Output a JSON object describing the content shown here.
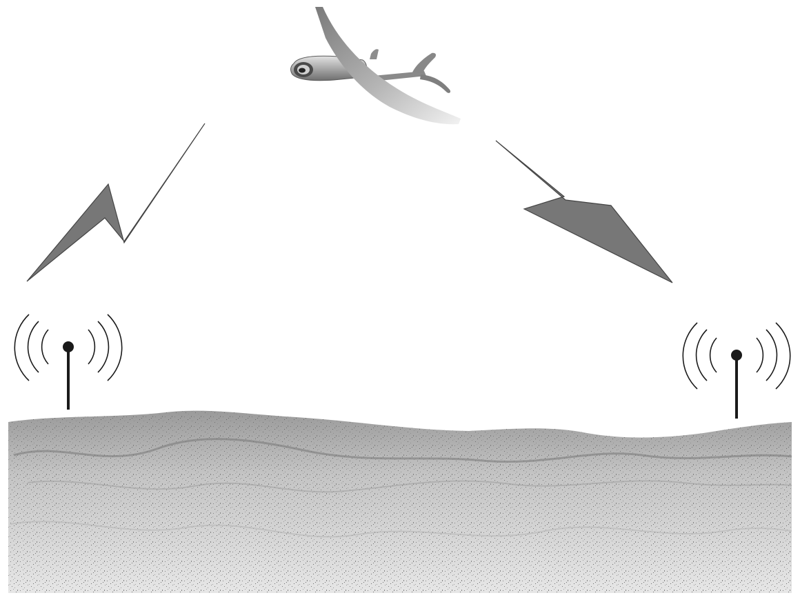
{
  "diagram": {
    "nodes": [
      {
        "id": "uav",
        "kind": "aircraft",
        "icon": "uav-icon"
      },
      {
        "id": "ground-station-left",
        "kind": "antenna",
        "icon": "radio-antenna-icon"
      },
      {
        "id": "ground-station-right",
        "kind": "antenna",
        "icon": "radio-antenna-icon"
      }
    ],
    "links": [
      {
        "from": "ground-station-left",
        "to": "uav",
        "icon": "lightning-bolt-icon"
      },
      {
        "from": "uav",
        "to": "ground-station-right",
        "icon": "lightning-bolt-icon"
      }
    ],
    "background": "hilly-terrain",
    "colors": {
      "background": "#ffffff",
      "bolt_fill": "#777777",
      "bolt_stroke": "#444444",
      "antenna": "#1a1a1a",
      "terrain": "#8a8a8a"
    }
  }
}
